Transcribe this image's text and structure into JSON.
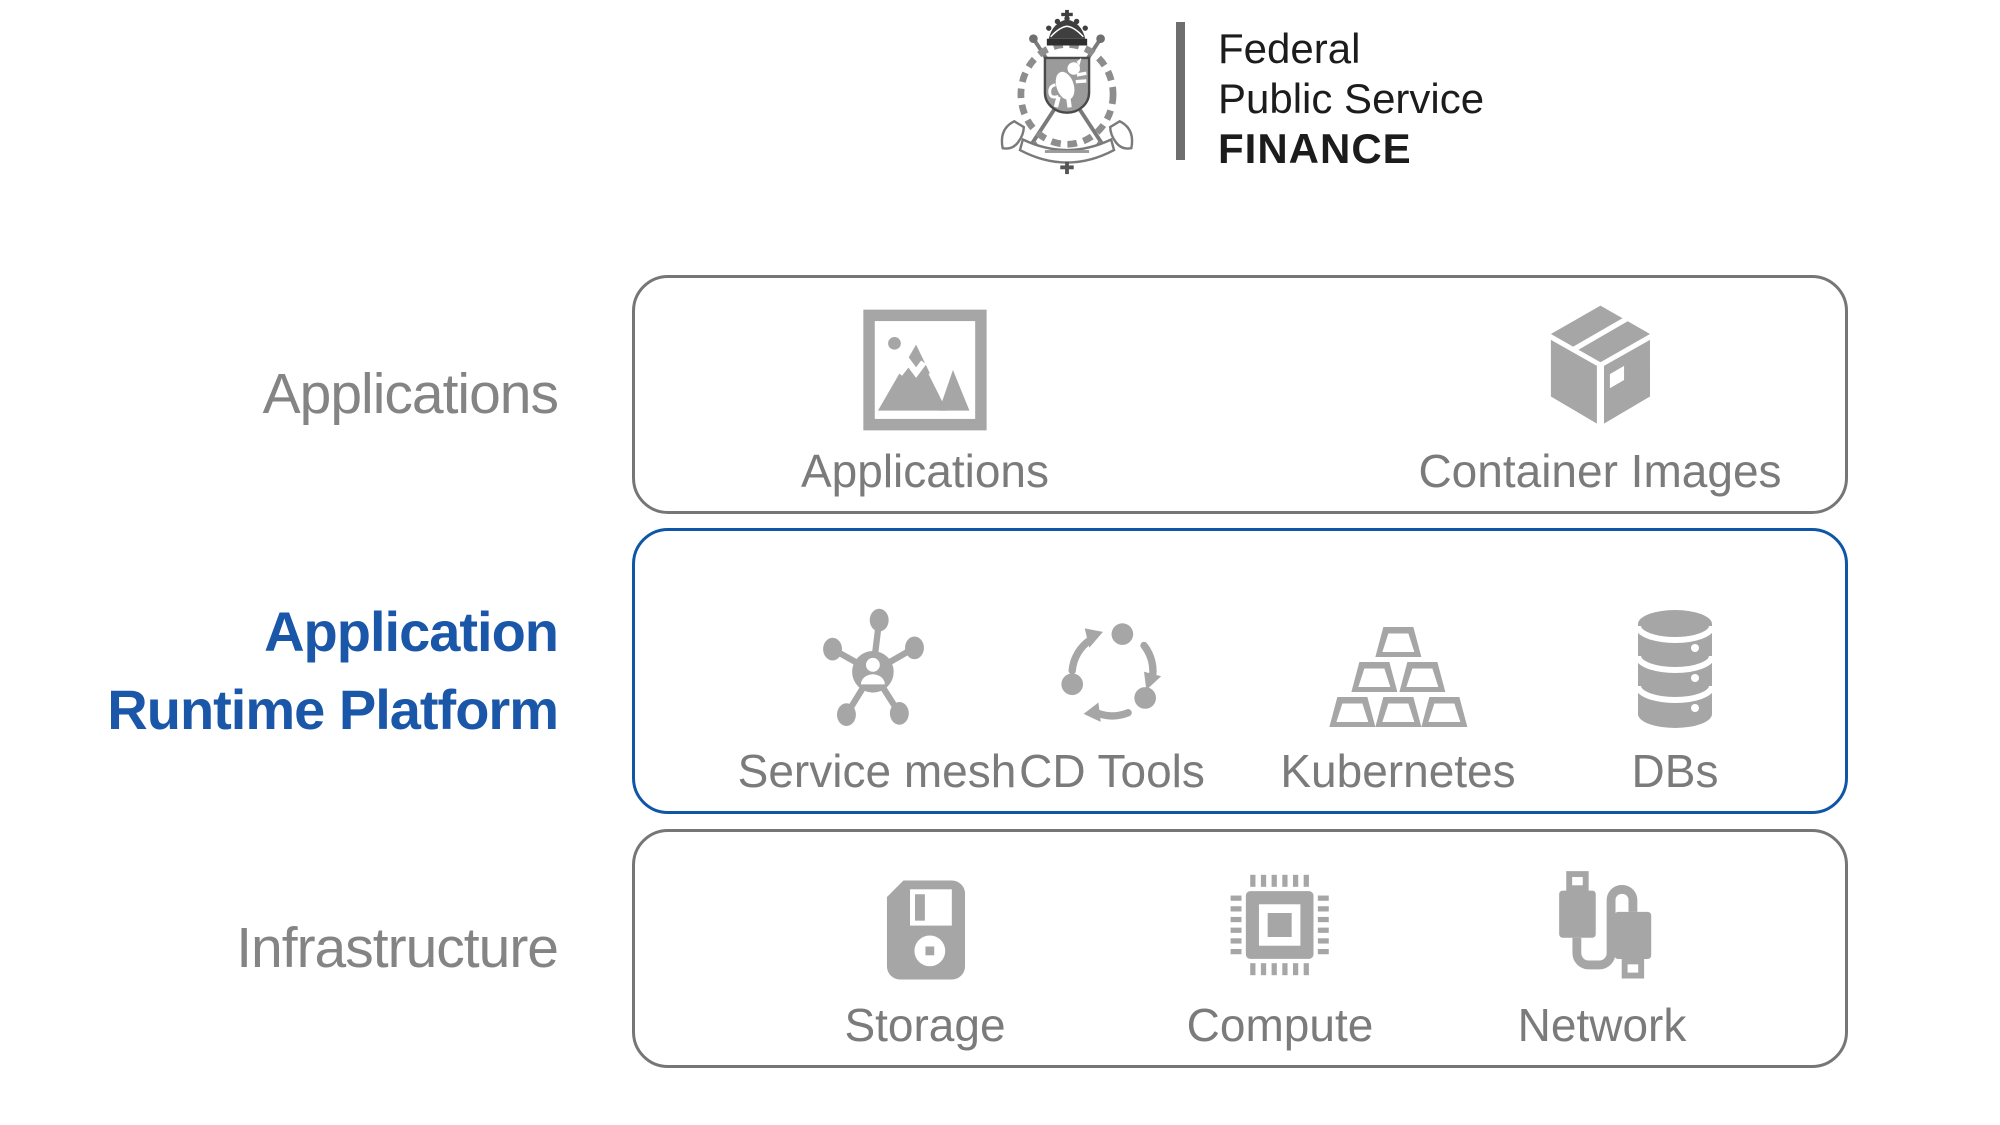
{
  "colors": {
    "accent_text": "#1b57a8",
    "accent_border": "#0f56a8",
    "icon_gray": "#a6a6a6",
    "label_gray": "#7b7b7b",
    "side_label_gray": "#848484",
    "box_border_gray": "#767676",
    "logo_bar_gray": "#6e6e6e",
    "logo_text_color": "#1c1c1c"
  },
  "logo": {
    "line1": "Federal",
    "line2": "Public Service",
    "line3": "FINANCE",
    "emblem": "belgium-coat-of-arms"
  },
  "layers": [
    {
      "side_label": "Applications",
      "items": [
        {
          "label": "Applications",
          "icon": "image-icon"
        },
        {
          "label": "Container Images",
          "icon": "package-icon"
        }
      ]
    },
    {
      "side_label_line1": "Application",
      "side_label_line2": "Runtime Platform",
      "items": [
        {
          "label": "Service mesh",
          "icon": "service-mesh-icon"
        },
        {
          "label": "CD Tools",
          "icon": "cycle-arrows-icon"
        },
        {
          "label": "Kubernetes",
          "icon": "gold-ingots-icon"
        },
        {
          "label": "DBs",
          "icon": "database-icon"
        }
      ]
    },
    {
      "side_label": "Infrastructure",
      "items": [
        {
          "label": "Storage",
          "icon": "floppy-disk-icon"
        },
        {
          "label": "Compute",
          "icon": "cpu-chip-icon"
        },
        {
          "label": "Network",
          "icon": "usb-cable-icon"
        }
      ]
    }
  ]
}
